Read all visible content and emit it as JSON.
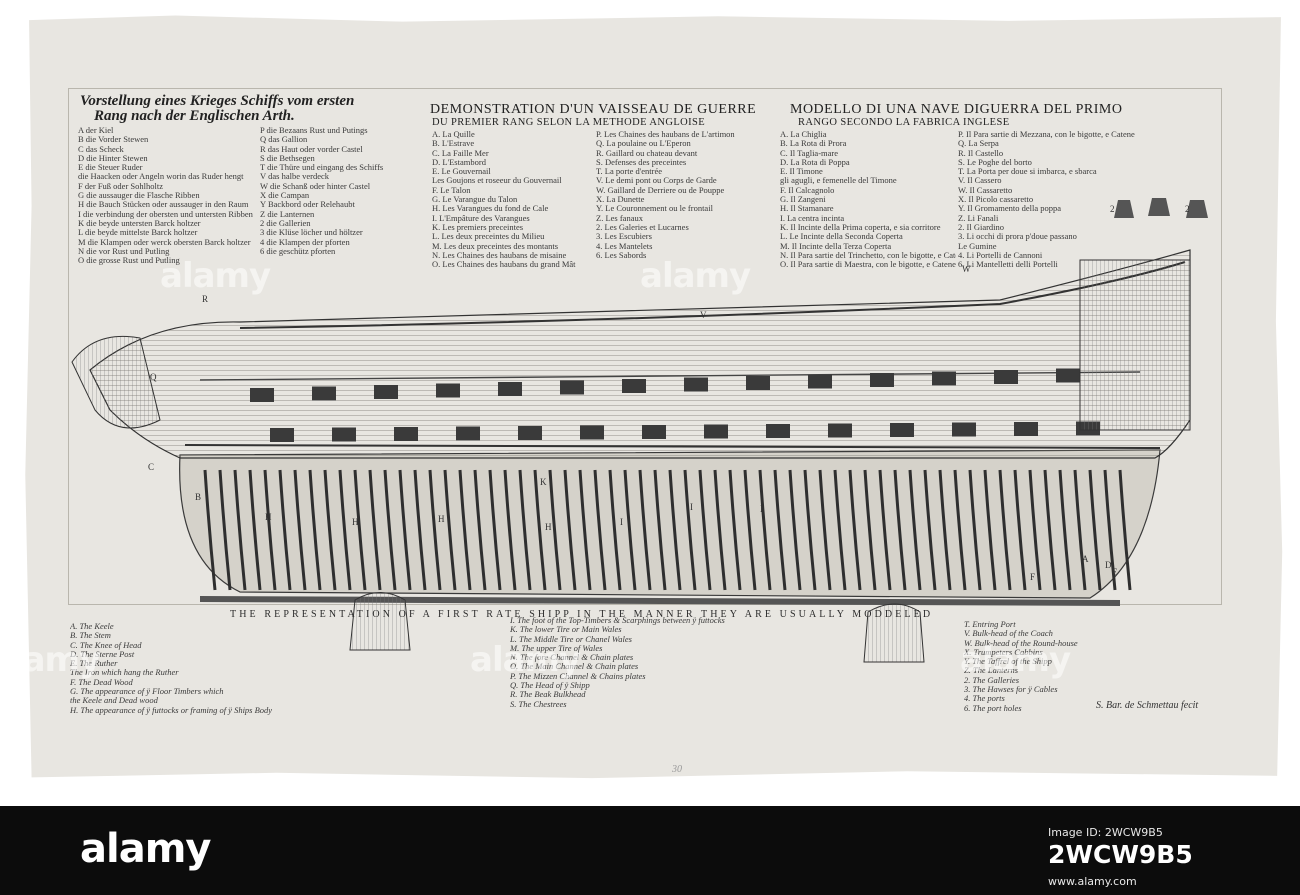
{
  "titles": {
    "german_1": "Vorstellung eines Krieges Schiffs vom ersten",
    "german_2": "Rang nach der Englischen Arth.",
    "french_1": "DEMONSTRATION D'UN VAISSEAU DE GUERRE",
    "french_2": "DU PREMIER RANG SELON LA METHODE ANGLOISE",
    "italian_1": "MODELLO DI UNA NAVE DIGUERRA DEL PRIMO",
    "italian_2": "RANGO SECONDO LA FABRICA INGLESE"
  },
  "german_left": [
    "A der Kiel",
    "B die Vorder Stewen",
    "C das Scheck",
    "D die Hinter Stewen",
    "E die Steuer Ruder",
    "die Haacken oder Angeln worin das Ruder hengt",
    "F der Fuß oder Sohlholtz",
    "G die aussauger die Flasche Ribben",
    "H die Bauch Stücken oder aussauger in den Raum",
    "I die verbindung der obersten und untersten Ribben",
    "K die beyde untersten Barck holtzer",
    "L die beyde mittelste Barck holtzer",
    "M die Klampen oder werck obersten Barck holtzer",
    "N die vor Rust und Putling",
    "O die grosse Rust und Putling"
  ],
  "german_right": [
    "P die Bezaans Rust und Putings",
    "Q das Gallion",
    "R das Haut oder vorder Castel",
    "S die Bethsegen",
    "T die Thüre und eingang des Schiffs",
    "V das halbe verdeck",
    "W die Schanß oder hinter Castel",
    "X die Campan",
    "Y Backbord oder Relehaubt",
    "Z die Lanternen",
    "2 die Gallerien",
    "3 die Klüse löcher und höltzer",
    "4 die Klampen der pforten",
    "6 die geschütz pforten"
  ],
  "french_left": [
    "A. La Quille",
    "B. L'Estrave",
    "C. La Faille Mer",
    "D. L'Estambord",
    "E. Le Gouvernail",
    "Les Goujons et roseeur du Gouvernail",
    "F. Le Talon",
    "G. Le Varangue du Talon",
    "H. Les Varangues du fond de Cale",
    "I. L'Empâture des Varangues",
    "K. Les premiers preceintes",
    "L. Les deux preceintes du Milieu",
    "M. Les deux preceintes des montants",
    "N. Les Chaines des haubans de misaine",
    "O. Les Chaines des haubans du grand Mât"
  ],
  "french_right": [
    "P. Les Chaines des haubans de L'artimon",
    "Q. La poulaine ou L'Eperon",
    "R. Gaillard ou chateau devant",
    "S. Defenses des preceintes",
    "T. La porte d'entrée",
    "V. Le demi pont ou Corps de Garde",
    "W. Gaillard de Derriere ou de Pouppe",
    "X. La Dunette",
    "Y. Le Couronnement ou le frontail",
    "Z. Les fanaux",
    "2. Les Galeries et Lucarnes",
    "3. Les Escubiers",
    "4. Les Mantelets",
    "6. Les Sabords"
  ],
  "italian_left": [
    "A. La Chiglia",
    "B. La Rota di Prora",
    "C. Il Taglia-mare",
    "D. La Rota di Poppa",
    "E. Il Timone",
    "gli agugli, e femenelle del Timone",
    "F. Il Calcagnolo",
    "G. Il Zangeni",
    "H. Il Stamanare",
    "I. La centra incinta",
    "K. Il Incinte della Prima coperta, e sia corritore",
    "L. Le Incinte della Seconda Coperta",
    "M. Il Incinte della Terza Coperta",
    "N. Il Para sartie del Trinchetto, con le bigotte, e Catene",
    "O. Il Para sartie di Maestra, con le bigotte, e Catene"
  ],
  "italian_right": [
    "P. Il Para sartie di Mezzana, con le bigotte, e Catene",
    "Q. La Serpa",
    "R. Il Castello",
    "S. Le Poghe del borto",
    "T. La Porta per doue si imbarca, e sbarca",
    "V. Il Cassero",
    "W. Il Cassaretto",
    "X. Il Picolo cassaretto",
    "Y. Il Gromamento della poppa",
    "Z. Li Fanali",
    "2. Il Giardino",
    "3. Li occhi di prora p'doue passano",
    "Le Gumine",
    "4. Li Portelli de Cannoni",
    "6. Li Mantelletti delli Portelli"
  ],
  "caption": "THE REPRESENTATION OF A FIRST RATE SHIPP IN THE MANNER THEY ARE USUALLY MODDELED",
  "english_left": [
    "A. The Keele",
    "B. The Stem",
    "C. The Knee of Head",
    "D. The Sterne Post",
    "E. The Ruther",
    "The Iron which hang the Ruther",
    "F. The Dead Wood",
    "G. The appearance of ÿ Floor Timbers which",
    "the Keele and Dead wood",
    "H. The appearance of ÿ futtocks or framing of ÿ Ships Body"
  ],
  "english_mid": [
    "I. The foot of the Top-Timbers & Scarphings between ÿ futtocks",
    "K. The lower Tire or Main Wales",
    "L. The Middle Tire or Chanel Wales",
    "M. The upper Tire of Wales",
    "N. The fore Channel & Chain plates",
    "O. The Main Channel & Chain plates",
    "P. The Mizzen Channel & Chains plates",
    "Q. The Head of ÿ Shipp",
    "R. The Beak Bulkhead",
    "S. The Chestrees"
  ],
  "english_right": [
    "T. Entring Port",
    "V. Bulk-head of the Coach",
    "W. Bulk-head of the Round-house",
    "X. Trumpeters Cabbins",
    "Y. The Taffrel of the Shipp",
    "Z. The Lanterns",
    "2. The Galleries",
    "3. The Hawses for ÿ Cables",
    "4. The ports",
    "6. The port holes"
  ],
  "artist_signature": "S. Bar. de Schmettau fecit",
  "pencil_note": "30",
  "hull_letters": [
    "H",
    "H",
    "H",
    "H",
    "I",
    "K",
    "I",
    "I",
    "A",
    "B",
    "C",
    "D",
    "E",
    "F",
    "Q",
    "R",
    "W",
    "V",
    "2",
    "2"
  ],
  "watermark_text": "alamy",
  "footer": {
    "brand": "alamy",
    "image_id_label": "Image ID: 2WCW9B5",
    "url": "www.alamy.com",
    "image_id": "2WCW9B5"
  },
  "colors": {
    "paper": "#e8e6e1",
    "ink": "#2a2a2a",
    "footer": "#0c0c0c"
  }
}
